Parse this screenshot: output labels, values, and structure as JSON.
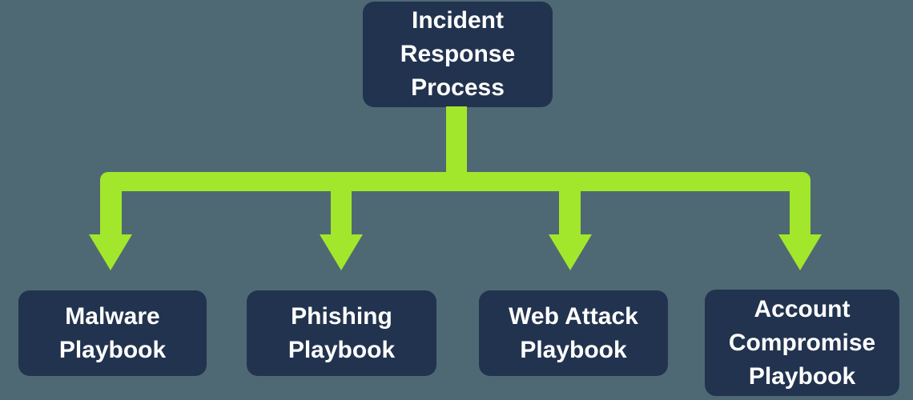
{
  "diagram": {
    "root": {
      "label": "Incident Response Process"
    },
    "children": [
      {
        "label": "Malware Playbook"
      },
      {
        "label": "Phishing Playbook"
      },
      {
        "label": "Web Attack Playbook"
      },
      {
        "label": "Account Compromise Playbook"
      }
    ]
  },
  "colors": {
    "background": "#4e6973",
    "node": "#22334f",
    "text": "#ffffff",
    "arrow": "#a2e72b"
  }
}
